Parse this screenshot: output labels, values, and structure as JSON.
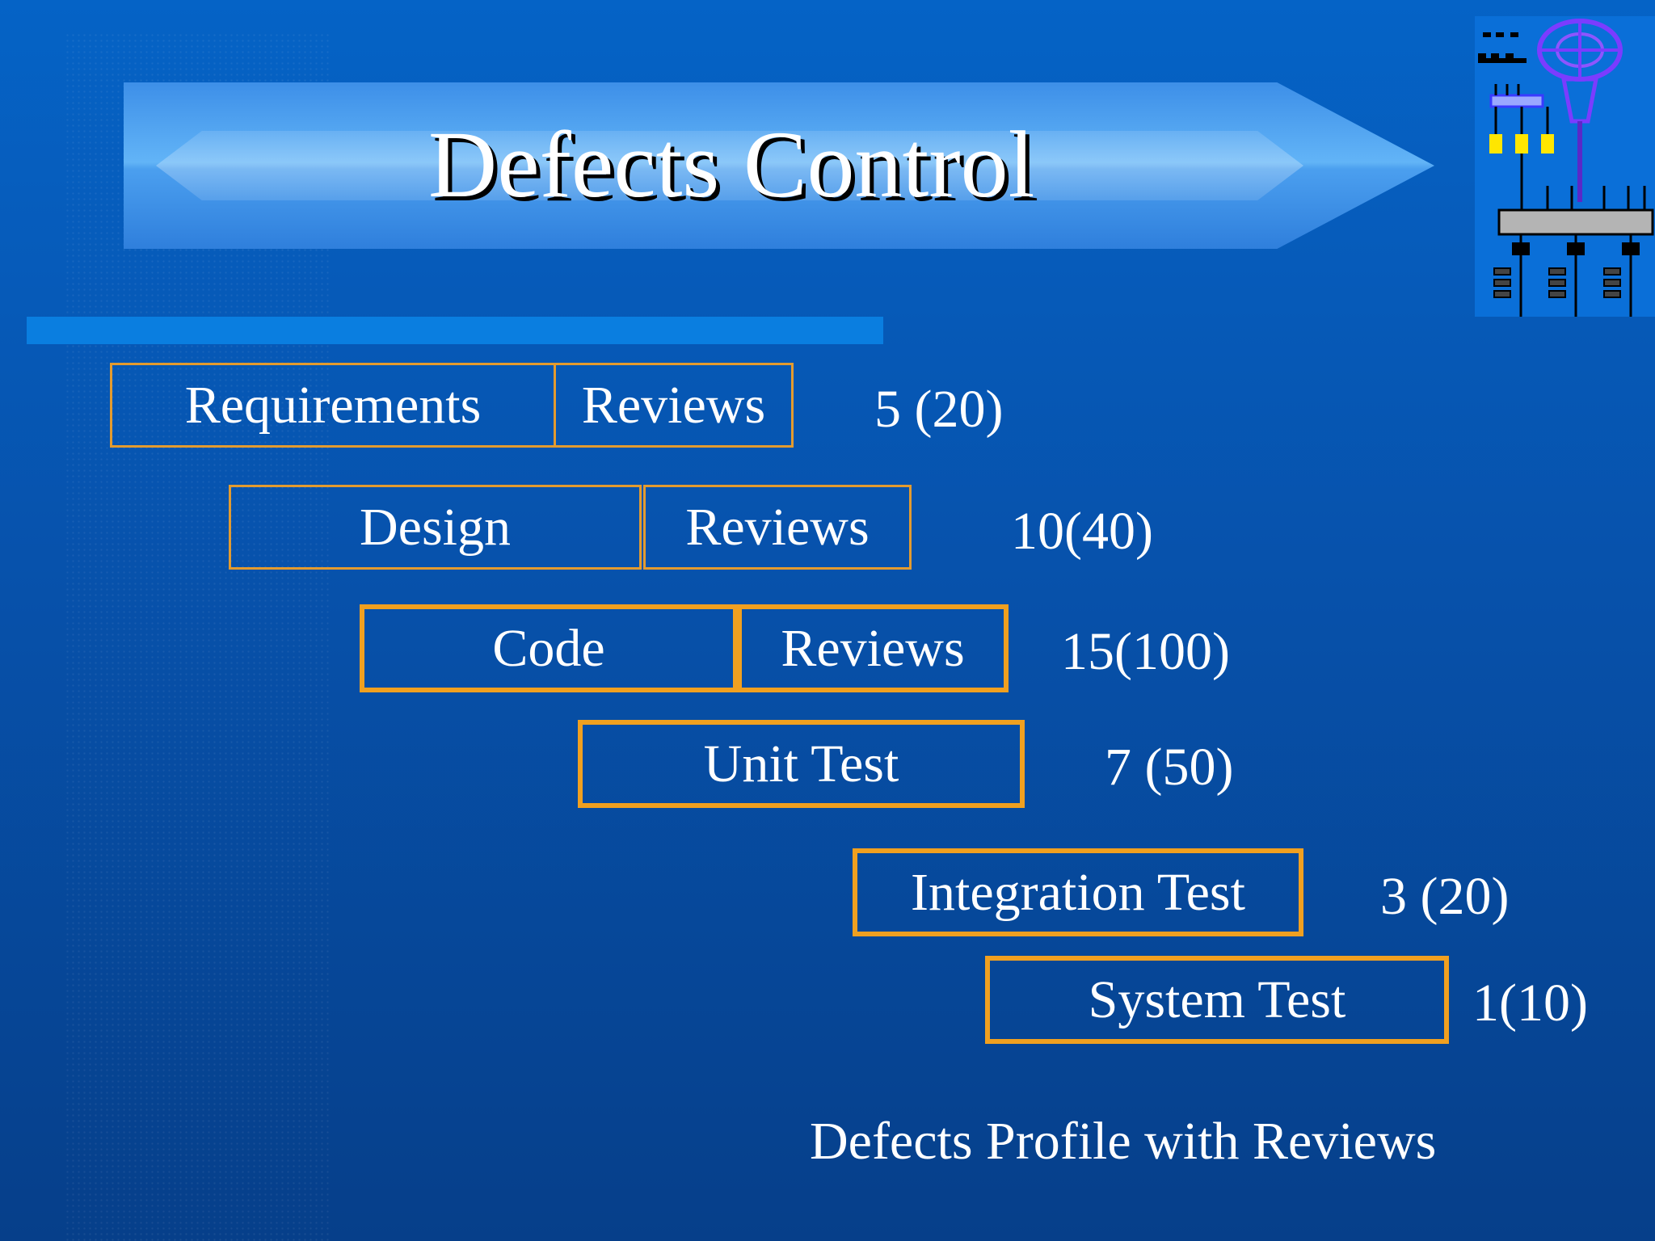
{
  "slide": {
    "title": "Defects Control",
    "caption": "Defects Profile with Reviews"
  },
  "phases": [
    {
      "activity": "Requirements",
      "review": "Reviews",
      "count": "5 (20)"
    },
    {
      "activity": "Design",
      "review": "Reviews",
      "count": "10(40)"
    },
    {
      "activity": "Code",
      "review": "Reviews",
      "count": "15(100)"
    },
    {
      "activity": "Unit Test",
      "count": "7 (50)"
    },
    {
      "activity": "Integration Test",
      "count": "3 (20)"
    },
    {
      "activity": "System Test",
      "count": "1(10)"
    }
  ],
  "colors": {
    "background": "#0752ac",
    "box_border": "#f0a020",
    "banner": "#4b9fef",
    "text": "#ffffff"
  },
  "icons": {
    "logo": "network-server-logo-icon"
  }
}
